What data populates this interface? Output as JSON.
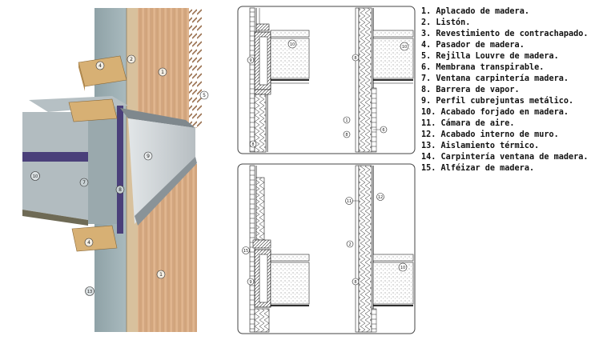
{
  "legend": [
    {
      "num": "1.",
      "text": "Aplacado de madera."
    },
    {
      "num": "2.",
      "text": "Listón."
    },
    {
      "num": "3.",
      "text": "Revestimiento de contrachapado."
    },
    {
      "num": "4.",
      "text": "Pasador de madera."
    },
    {
      "num": "5.",
      "text": "Rejilla Louvre de madera."
    },
    {
      "num": "6.",
      "text": "Membrana transpirable."
    },
    {
      "num": "7.",
      "text": "Ventana carpintería madera."
    },
    {
      "num": "8.",
      "text": "Barrera de vapor."
    },
    {
      "num": "9.",
      "text": "Perfil cubrejuntas metálico."
    },
    {
      "num": "10.",
      "text": "Acabado forjado en madera."
    },
    {
      "num": "11.",
      "text": "Cámara de aire."
    },
    {
      "num": "12.",
      "text": "Acabado interno de muro."
    },
    {
      "num": "13.",
      "text": "Aislamiento térmico."
    },
    {
      "num": "14.",
      "text": "Carpintería ventana de madera."
    },
    {
      "num": "15.",
      "text": "Alféizar de madera."
    }
  ],
  "iso_callouts": {
    "c1a": "1",
    "c1b": "1",
    "c2": "2",
    "c4a": "4",
    "c4b": "4",
    "c5": "5",
    "c7": "7",
    "c8": "8",
    "c9": "9",
    "c10": "10",
    "c13": "13"
  },
  "section_callouts": {
    "tl_9": "9",
    "tl_10": "10",
    "tl_8": "8",
    "tr_8": "8",
    "tr_10": "10",
    "tr_1": "1",
    "tr_6": "6",
    "tr_8b": "8",
    "bl_15": "15",
    "bl_9": "9",
    "br_11": "11",
    "br_12": "12",
    "br_2": "2",
    "br_10": "10",
    "br_8": "8"
  },
  "colors": {
    "wood": "#d9ad83",
    "wood_dark": "#b9865c",
    "concrete": "#9fb0b4",
    "metal": "#c9ced1",
    "membrane": "#4a3f7a",
    "insulation": "#f4f0dc"
  }
}
